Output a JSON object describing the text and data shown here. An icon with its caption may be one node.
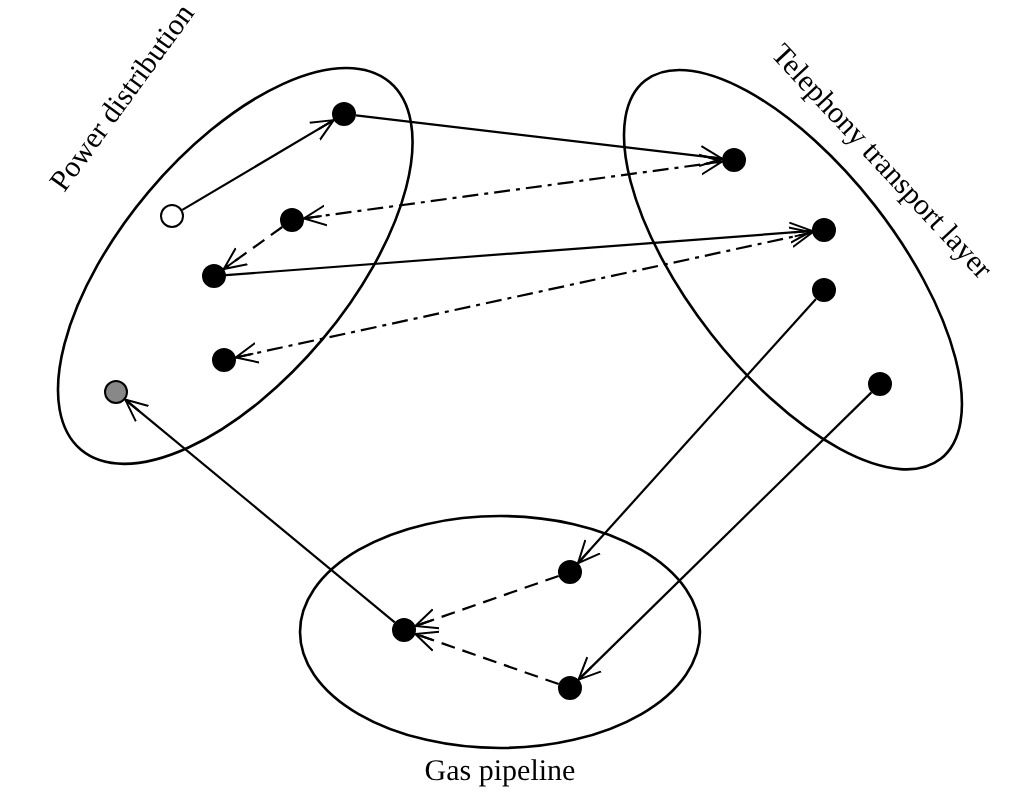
{
  "diagram": {
    "nodes": [
      {
        "text": [
          "Power distribution"
        ]
      },
      {
        "text": [],
        "shape": "circle",
        "in": 0
      },
      {
        "text": [],
        "shape": "circle",
        "in": 0
      },
      {
        "text": [],
        "shape": "circle",
        "in": 0
      },
      {
        "text": [],
        "shape": "circle",
        "in": 0
      },
      {
        "text": [],
        "shape": "circle",
        "in": 0
      },
      {
        "text": [],
        "shape": "circle",
        "in": 0
      },
      {
        "text": [
          "Telephony transport layer"
        ]
      },
      {
        "text": [],
        "shape": "circle",
        "in": 7
      },
      {
        "text": [],
        "shape": "circle",
        "in": 7
      },
      {
        "text": [],
        "shape": "circle",
        "in": 7
      },
      {
        "text": [],
        "shape": "circle",
        "in": 7
      },
      {
        "text": [
          "Gas pipeline"
        ]
      },
      {
        "text": [],
        "shape": "circle",
        "in": 12
      },
      {
        "text": [],
        "shape": "circle",
        "in": 12
      },
      {
        "text": [],
        "shape": "circle",
        "in": 12
      }
    ],
    "edges": [
      {
        "from": 2,
        "to": 1,
        "arrow": "to"
      },
      {
        "from": 1,
        "to": 8,
        "arrow": "to"
      },
      {
        "from": 3,
        "to": 8,
        "arrow": "both",
        "style": "dashed"
      },
      {
        "from": 3,
        "to": 4,
        "arrow": "to",
        "style": "dashed"
      },
      {
        "from": 4,
        "to": 9,
        "arrow": "to"
      },
      {
        "from": 5,
        "to": 9,
        "arrow": "both",
        "style": "dashed"
      },
      {
        "from": 10,
        "to": 13,
        "arrow": "to"
      },
      {
        "from": 11,
        "to": 15,
        "arrow": "to"
      },
      {
        "from": 13,
        "to": 14,
        "arrow": "to",
        "style": "dashed"
      },
      {
        "from": 15,
        "to": 14,
        "arrow": "to",
        "style": "dashed"
      },
      {
        "from": 14,
        "to": 6,
        "arrow": "to"
      }
    ]
  }
}
